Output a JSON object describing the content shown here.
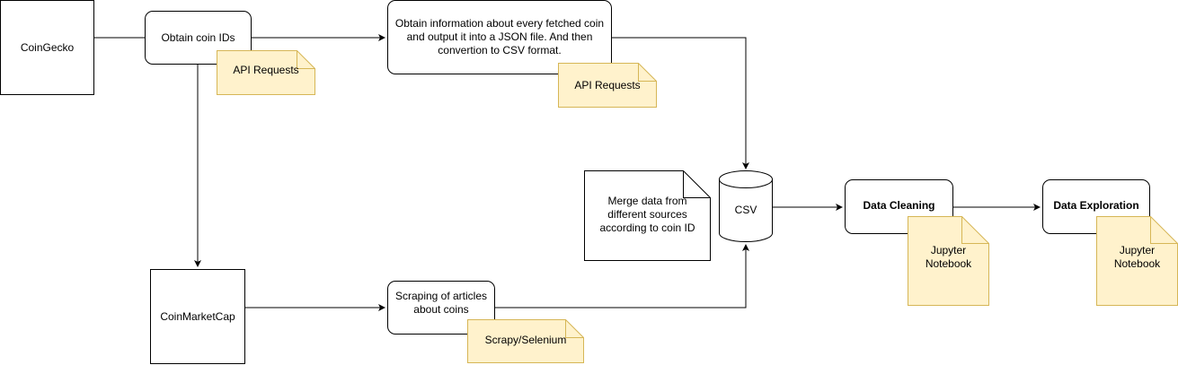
{
  "nodes": {
    "coingecko": "CoinGecko",
    "obtain_ids": "Obtain coin IDs",
    "obtain_info": "Obtain information about every fetched coin and output it into a JSON file. And then convertion to CSV format.",
    "coinmarketcap": "CoinMarketCap",
    "scraping": "Scraping of articles about coins",
    "csv": "CSV",
    "data_cleaning": "Data Cleaning",
    "data_exploration": "Data Exploration"
  },
  "notes": {
    "api_requests_1": "API Requests",
    "api_requests_2": "API Requests",
    "scrapy_selenium": "Scrapy/Selenium",
    "merge": "Merge data from different sources according to coin ID",
    "jupyter_1": "Jupyter Notebook",
    "jupyter_2": "Jupyter Notebook"
  },
  "colors": {
    "note_fill": "#fff2cc",
    "note_stroke": "#d6b656",
    "line": "#000000"
  }
}
